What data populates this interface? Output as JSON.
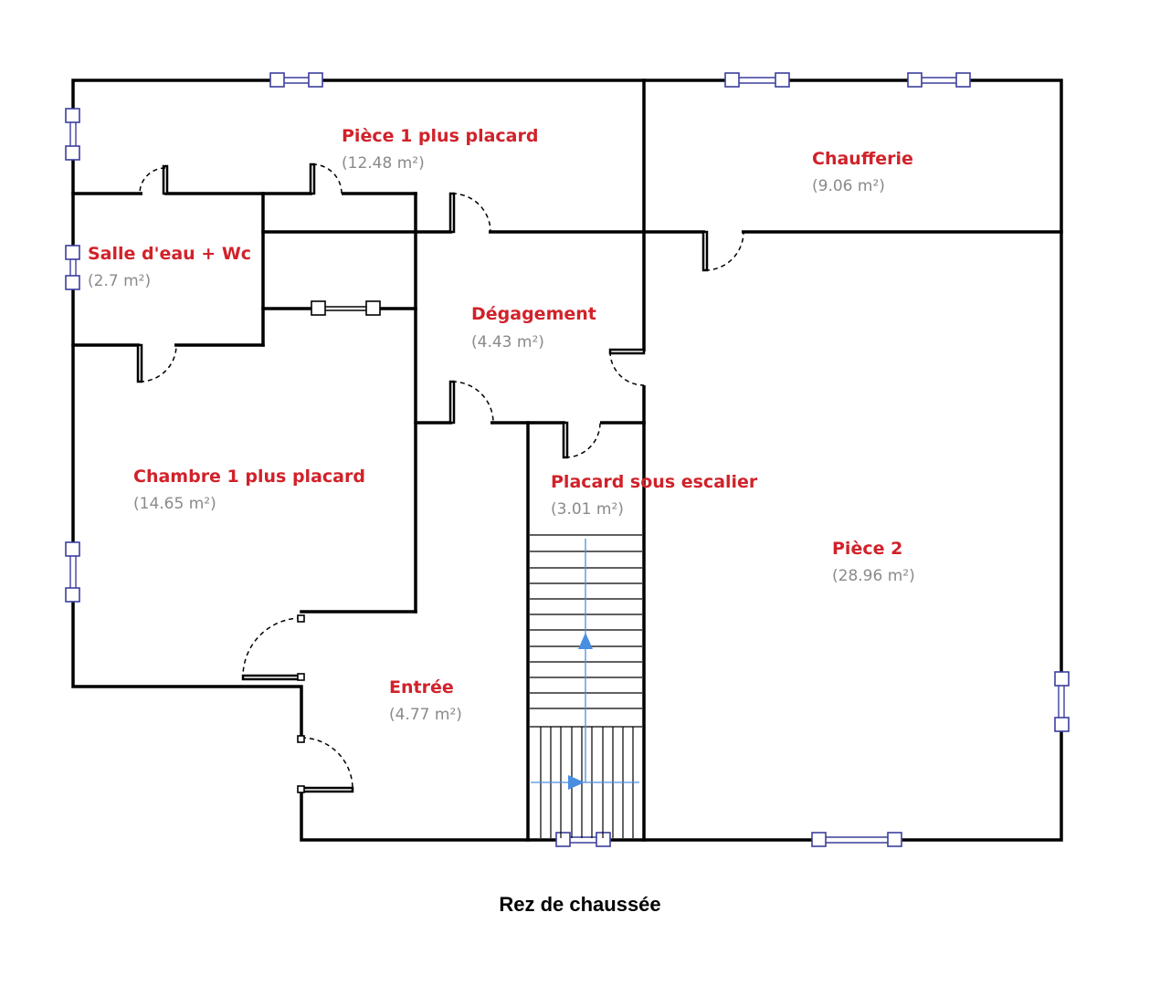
{
  "plan": {
    "caption": "Rez de chaussée",
    "rooms": [
      {
        "name": "Pièce 1 plus placard",
        "area": "(12.48 m²)"
      },
      {
        "name": "Chaufferie",
        "area": "(9.06 m²)"
      },
      {
        "name": "Salle d'eau + Wc",
        "area": "(2.7 m²)"
      },
      {
        "name": "Dégagement",
        "area": "(4.43 m²)"
      },
      {
        "name": "Chambre 1 plus placard",
        "area": "(14.65 m²)"
      },
      {
        "name": "Placard sous escalier",
        "area": "(3.01 m²)"
      },
      {
        "name": "Pièce 2",
        "area": "(28.96 m²)"
      },
      {
        "name": "Entrée",
        "area": "(4.77 m²)"
      }
    ],
    "colors": {
      "room_name": "#d1222a",
      "area": "#8a8a8a",
      "wall": "#000000",
      "window": "#3b3f9c",
      "stair_arrow": "#4a8ee0"
    }
  }
}
